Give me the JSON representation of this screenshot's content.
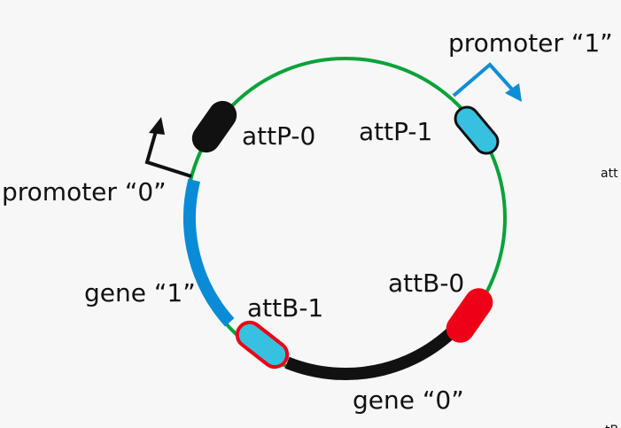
{
  "labels": {
    "promoter_1": "promoter “1”",
    "promoter_0": "promoter “0”",
    "attP_0": "attP-0",
    "attP_1": "attP-1",
    "attB_0": "attB-0",
    "attB_1": "attB-1",
    "gene_1": "gene “1”",
    "gene_0": "gene “0”",
    "cutoff_right": "att",
    "cutoff_bottom_right": "tB"
  },
  "colors": {
    "backbone": "#08a339",
    "promoter_1": "#0d8ed8",
    "gene_1": "#0a8bd6",
    "gene_0": "#111111",
    "attP_0_fill": "#111111",
    "attP_1_fill": "#38c0e0",
    "attP_1_stroke": "#111111",
    "attB_0_fill": "#ee0016",
    "attB_1_fill": "#38c0e0",
    "attB_1_stroke": "#ee0016",
    "promoter_0": "#111111",
    "background": "#f7f7f7"
  }
}
